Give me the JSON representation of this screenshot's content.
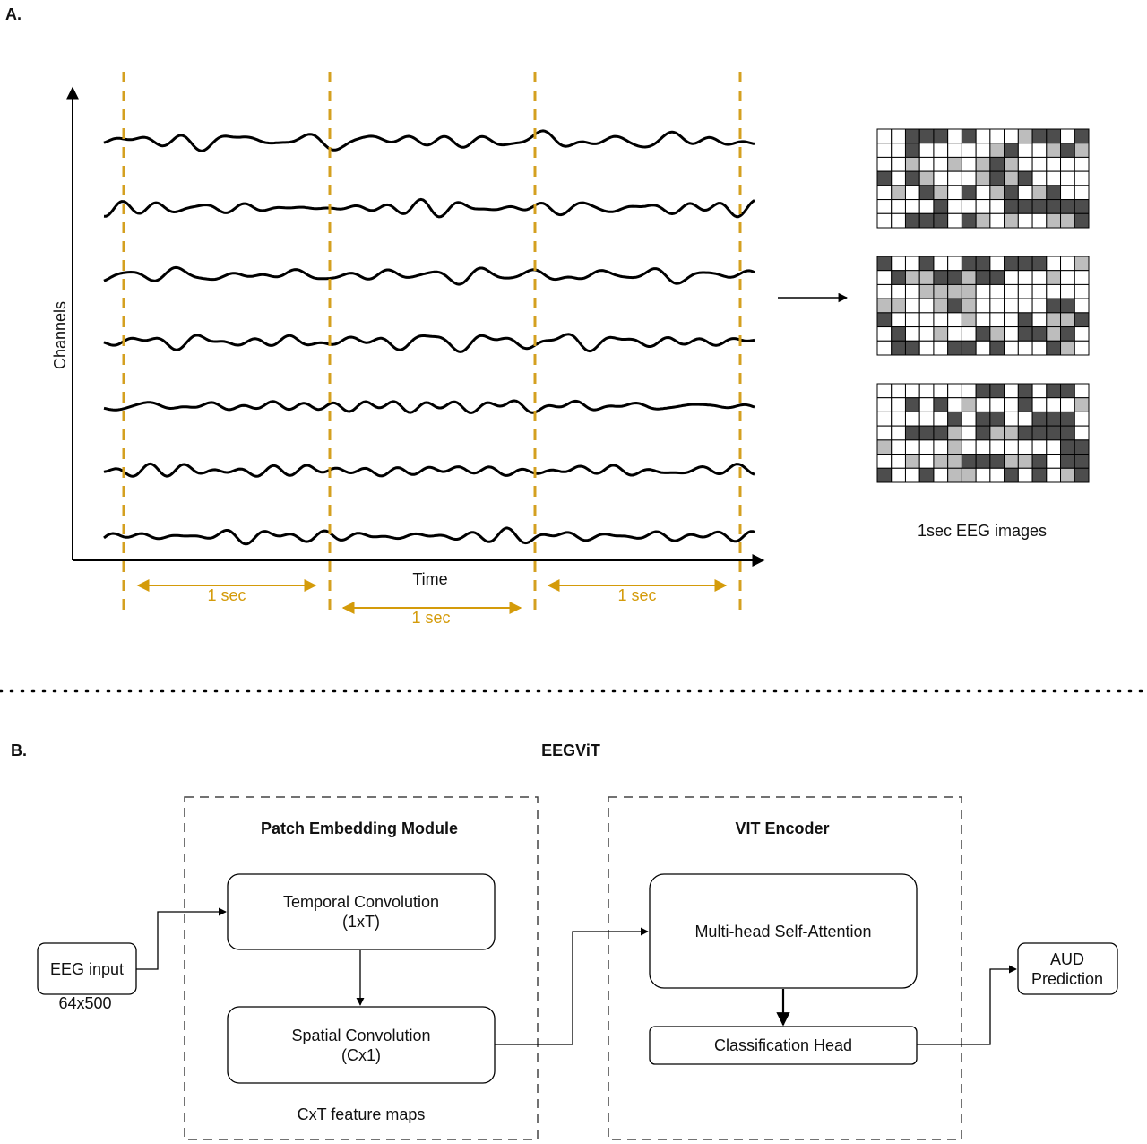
{
  "panel_a": {
    "label": "A.",
    "y_axis_label": "Channels",
    "x_axis_label": "Time",
    "segment_labels": [
      "1 sec",
      "1 sec",
      "1 sec"
    ],
    "images_caption": "1sec EEG images",
    "channel_count": 7,
    "image_count": 3,
    "colors": {
      "marker": "#d4a020",
      "arrow": "#d49b0a",
      "dark_cell": "#4d4d4d",
      "light_cell": "#bdbdbd",
      "trace": "#000000"
    }
  },
  "panel_b": {
    "label": "B.",
    "title": "EEGViT",
    "input_box": "EEG input",
    "input_size": "64x500",
    "patch_module": {
      "title": "Patch Embedding Module",
      "temporal_line1": "Temporal Convolution",
      "temporal_line2": "(1xT)",
      "spatial_line1": "Spatial Convolution",
      "spatial_line2": "(Cx1)",
      "caption": "CxT feature maps"
    },
    "vit_encoder": {
      "title": "VIT Encoder",
      "attention": "Multi-head Self-Attention",
      "head": "Classification Head"
    },
    "output_line1": "AUD",
    "output_line2": "Prediction"
  }
}
